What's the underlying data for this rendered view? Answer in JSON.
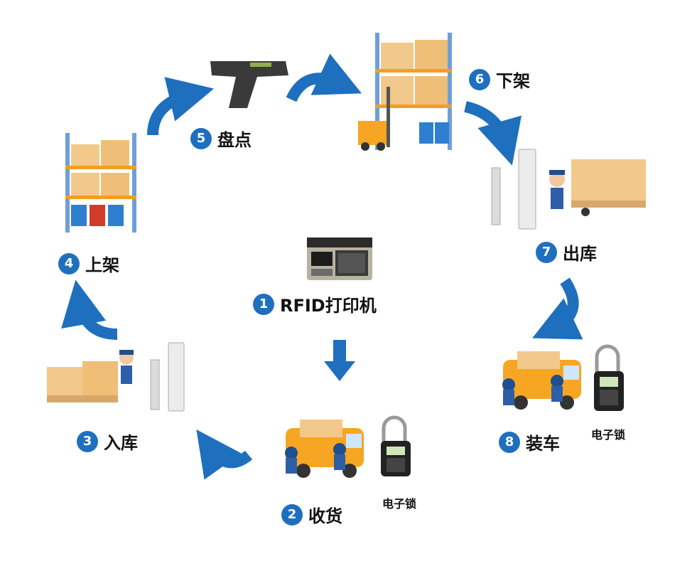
{
  "steps": [
    {
      "num": "1",
      "label": "RFID打印机"
    },
    {
      "num": "2",
      "label": "收货"
    },
    {
      "num": "3",
      "label": "入库"
    },
    {
      "num": "4",
      "label": "上架"
    },
    {
      "num": "5",
      "label": "盘点"
    },
    {
      "num": "6",
      "label": "下架"
    },
    {
      "num": "7",
      "label": "出库"
    },
    {
      "num": "8",
      "label": "装车"
    }
  ],
  "lock_label": "电子锁",
  "colors": {
    "accent": "#1f6fbf",
    "box": "#f2c98a",
    "truck": "#f6a623",
    "rack": "#6f9fd8"
  },
  "icons": [
    "rfid-printer-icon",
    "warehouse-rack-icon",
    "handheld-scanner-icon",
    "rfid-gate-icon",
    "pallet-icon",
    "worker-icon",
    "truck-icon",
    "electronic-lock-icon",
    "forklift-icon"
  ]
}
